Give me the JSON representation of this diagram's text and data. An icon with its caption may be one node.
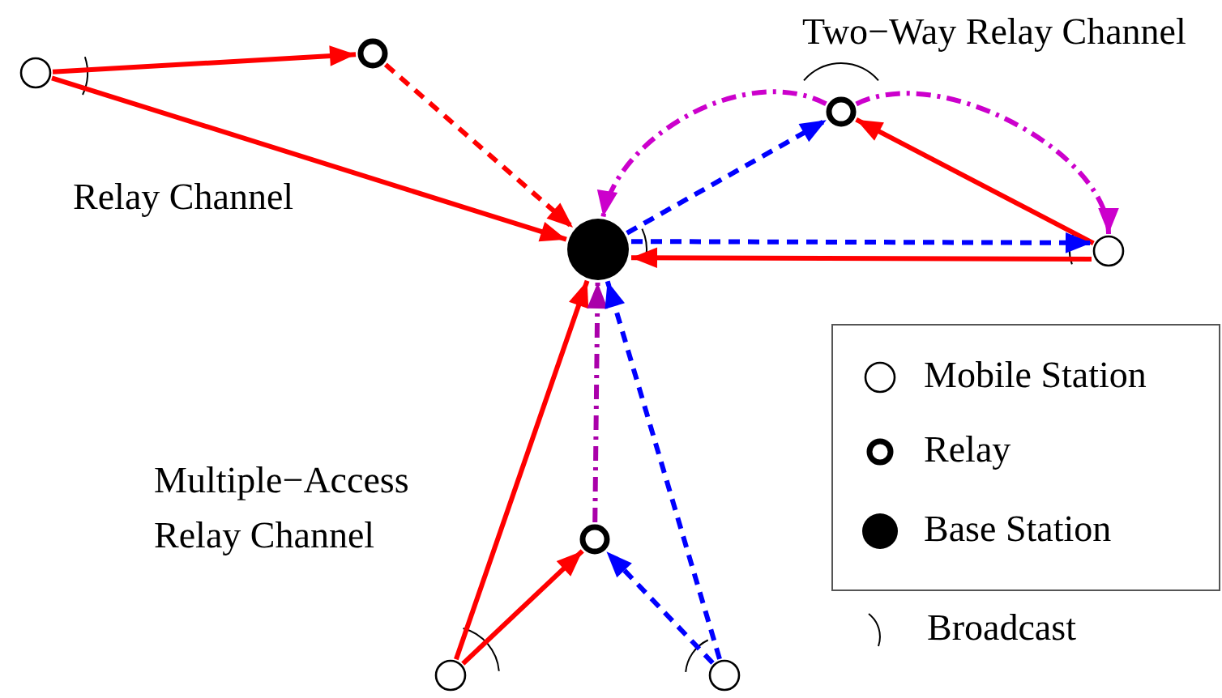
{
  "diagram": {
    "nodes": [
      {
        "text": [],
        "shape": "circle"
      },
      {
        "text": [],
        "shape": "ring"
      },
      {
        "text": [],
        "shape": "ring"
      },
      {
        "text": [],
        "shape": "disc"
      },
      {
        "text": [],
        "shape": "circle"
      },
      {
        "text": [],
        "shape": "ring"
      },
      {
        "text": [],
        "shape": "circle"
      },
      {
        "text": [],
        "shape": "circle"
      }
    ],
    "edges": [
      {
        "from": 0,
        "to": 1,
        "arrow": "to"
      },
      {
        "from": 0,
        "to": 3,
        "arrow": "to"
      },
      {
        "from": 1,
        "to": 3,
        "arrow": "to",
        "style": "dashed"
      },
      {
        "from": 4,
        "to": 2,
        "arrow": "to"
      },
      {
        "from": 4,
        "to": 3,
        "arrow": "to"
      },
      {
        "from": 3,
        "to": 2,
        "arrow": "to",
        "style": "dashed",
        "color": "#0000ff"
      },
      {
        "from": 3,
        "to": 4,
        "arrow": "to",
        "style": "dashed",
        "color": "#0000ff"
      },
      {
        "from": 2,
        "to": 3,
        "arrow": "to",
        "style": "dashed",
        "color": "#cc00cc"
      },
      {
        "from": 2,
        "to": 4,
        "arrow": "to",
        "style": "dashed",
        "color": "#cc00cc"
      },
      {
        "from": 6,
        "to": 5,
        "arrow": "to"
      },
      {
        "from": 6,
        "to": 3,
        "arrow": "to"
      },
      {
        "from": 5,
        "to": 3,
        "arrow": "to",
        "style": "dashed",
        "color": "#aa00aa"
      },
      {
        "from": 7,
        "to": 5,
        "arrow": "to",
        "style": "dashed",
        "color": "#0000ff"
      },
      {
        "from": 7,
        "to": 3,
        "arrow": "to",
        "style": "dashed",
        "color": "#0000ff"
      }
    ],
    "labels": [
      "Two−Way Relay Channel",
      "Relay Channel",
      "Multiple−Access Relay Channel"
    ],
    "legend": [
      {
        "text": "Mobile Station"
      },
      {
        "text": "Relay"
      },
      {
        "text": "Base Station"
      },
      {
        "text": "Broadcast"
      }
    ]
  }
}
